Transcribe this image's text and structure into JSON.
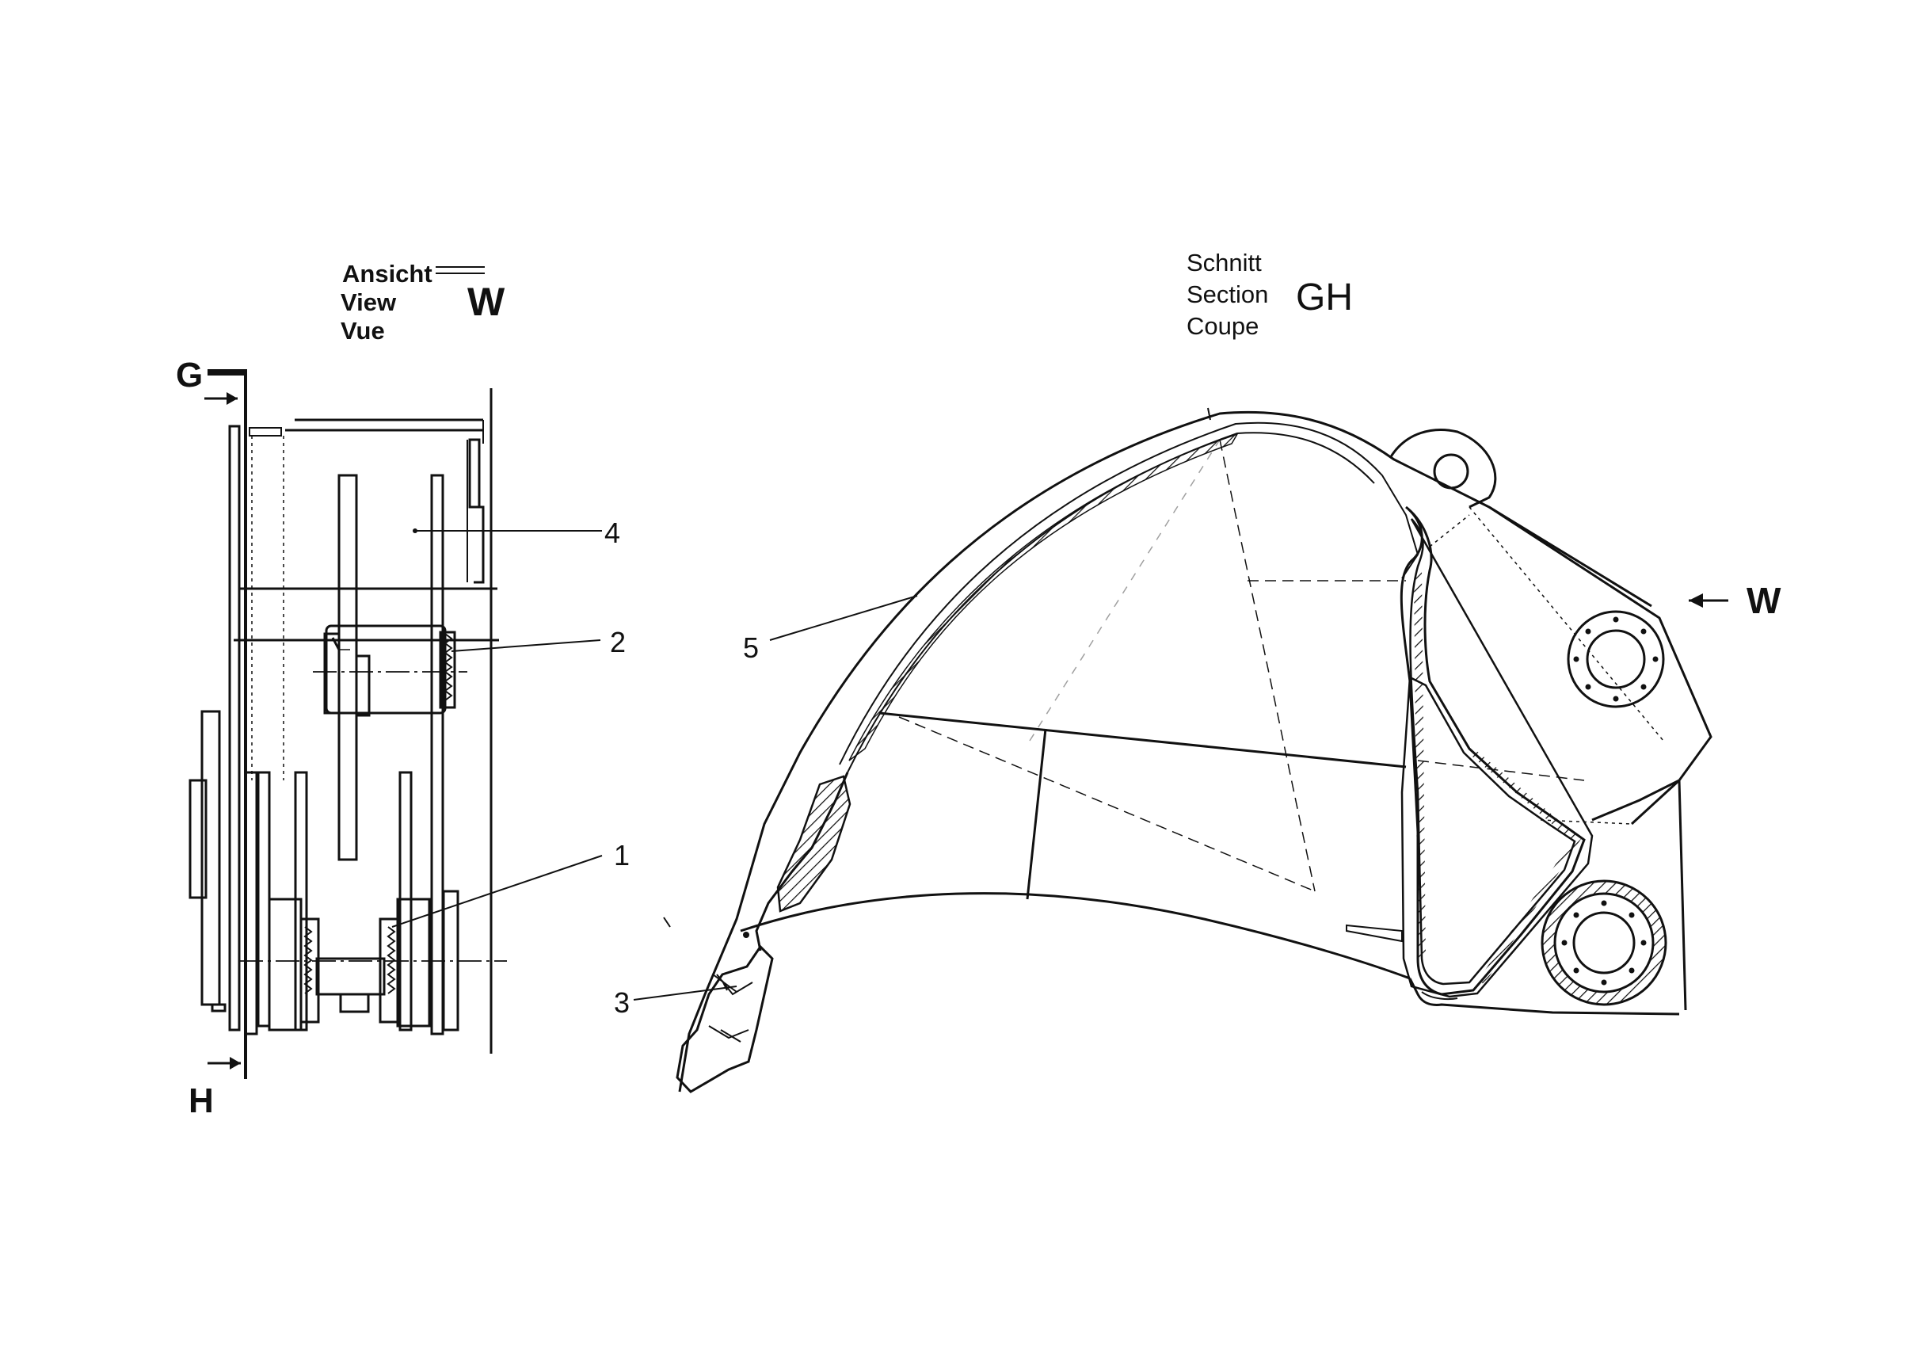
{
  "view_title": {
    "line1": "Ansicht",
    "line2": "View",
    "line3": "Vue",
    "letter": "W"
  },
  "section_title": {
    "line1": "Schnitt",
    "line2": "Section",
    "line3": "Coupe",
    "letters": "GH"
  },
  "cut_markers": {
    "top": "G",
    "bottom": "H"
  },
  "view_arrow": "W",
  "callouts": [
    "1",
    "2",
    "3",
    "4",
    "5"
  ]
}
